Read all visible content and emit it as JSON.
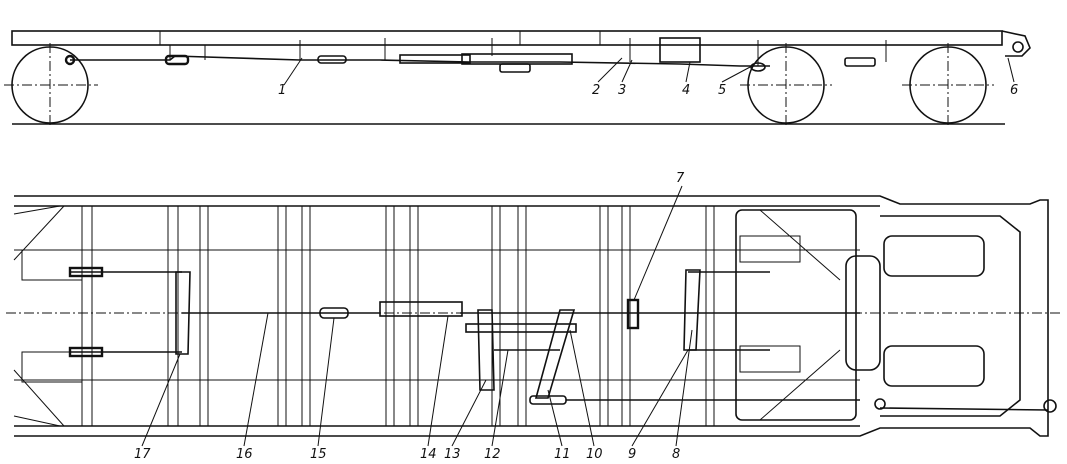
{
  "side_view": {
    "labels": [
      "1",
      "2",
      "3",
      "4",
      "5",
      "6"
    ]
  },
  "plan_view": {
    "labels": [
      "7",
      "8",
      "9",
      "10",
      "11",
      "12",
      "13",
      "14",
      "15",
      "16",
      "17"
    ]
  }
}
